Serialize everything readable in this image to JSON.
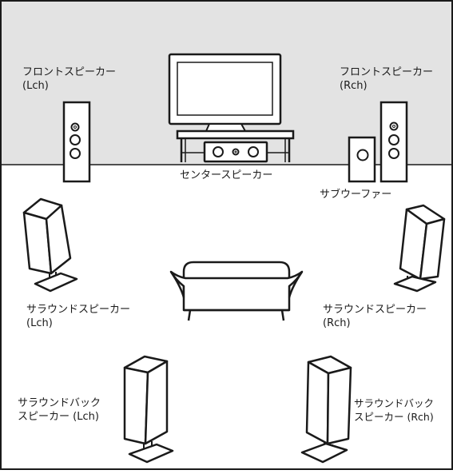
{
  "labels": {
    "front_left": [
      "フロントスピーカー",
      "(Lch)"
    ],
    "front_right": [
      "フロントスピーカー",
      "(Rch)"
    ],
    "center": "センタースピーカー",
    "subwoofer": "サブウーファー",
    "surround_left": [
      "サラウンドスピーカー",
      "(Lch)"
    ],
    "surround_right": [
      "サラウンドスピーカー",
      "(Rch)"
    ],
    "surround_back_left": [
      "サラウンドバック",
      "スピーカー (Lch)"
    ],
    "surround_back_right": [
      "サラウンドバック",
      "スピーカー (Rch)"
    ]
  },
  "colors": {
    "wall": "#e3e3e3",
    "floor": "#ffffff",
    "outline": "#1a1a1a"
  },
  "icons": [
    "tv-icon",
    "tv-stand-icon",
    "center-speaker-icon",
    "tower-speaker-icon",
    "subwoofer-icon",
    "sofa-icon",
    "surround-speaker-icon"
  ]
}
